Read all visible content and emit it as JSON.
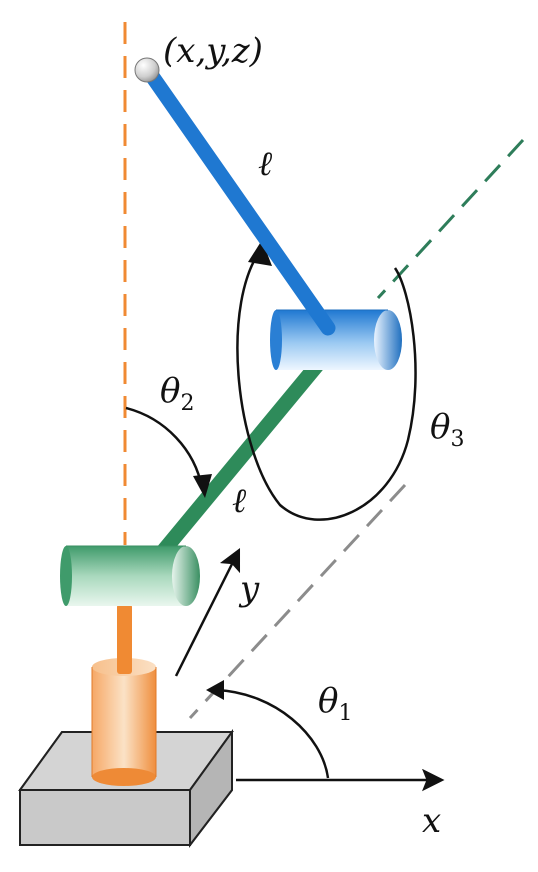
{
  "labels": {
    "point": "(x,y,z)",
    "link_upper": "ℓ",
    "link_lower": "ℓ",
    "theta1_sym": "θ",
    "theta1_sub": "1",
    "theta2_sym": "θ",
    "theta2_sub": "2",
    "theta3_sym": "θ",
    "theta3_sub": "3",
    "axis_x": "x",
    "axis_y": "y"
  },
  "colors": {
    "upper_link": "#1f78d1",
    "lower_link": "#2e8b5a",
    "base_post": "#f08a33",
    "vertical_guide": "#f08a33",
    "green_guide": "#2e7d5a",
    "gray_guide": "#8c8c8c",
    "base_plate": "#d6d6d6",
    "arrows": "#111111"
  },
  "icons": {
    "end_effector": "sphere-icon"
  }
}
